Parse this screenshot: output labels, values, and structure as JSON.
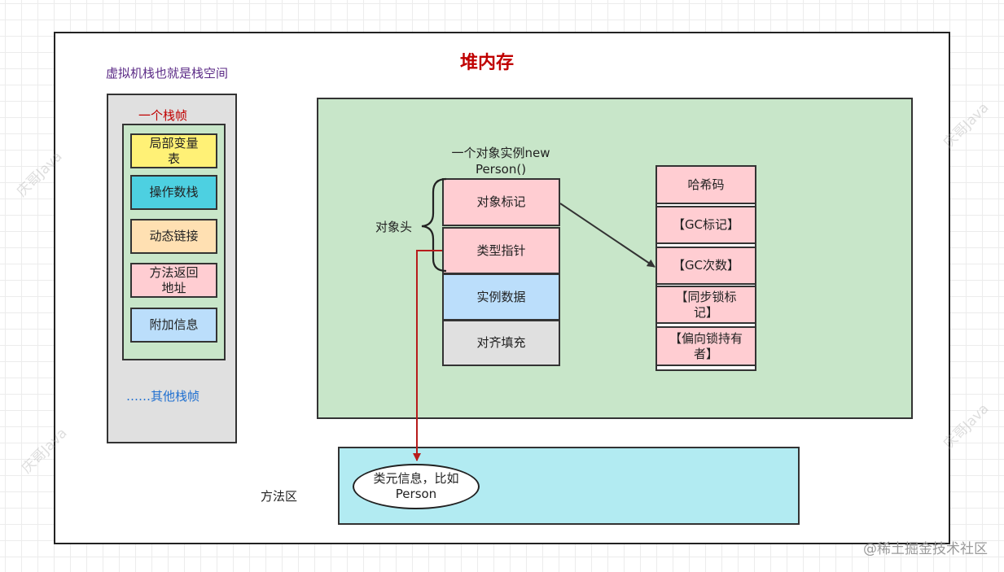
{
  "heap_title": "堆内存",
  "stack": {
    "title": "虚拟机栈也就是栈空间",
    "frame_label": "一个栈帧",
    "items": [
      {
        "label": "局部变量\n表",
        "color": "#fff176"
      },
      {
        "label": "操作数栈",
        "color": "#4dd0e1"
      },
      {
        "label": "动态链接",
        "color": "#ffe0b2"
      },
      {
        "label": "方法返回\n地址",
        "color": "#ffcdd2"
      },
      {
        "label": "附加信息",
        "color": "#bbdefb"
      }
    ],
    "other_frames": "……其他栈帧"
  },
  "object": {
    "instance_label": "一个对象实例new Person()",
    "header_label": "对象头",
    "sections": [
      {
        "label": "对象标记",
        "color": "#ffcdd2"
      },
      {
        "label": "类型指针",
        "color": "#ffcdd2"
      },
      {
        "label": "实例数据",
        "color": "#bbdefb"
      },
      {
        "label": "对齐填充",
        "color": "#e0e0e0"
      }
    ]
  },
  "mark_word": {
    "items": [
      {
        "label": "哈希码"
      },
      {
        "label": "【GC标记】"
      },
      {
        "label": "【GC次数】"
      },
      {
        "label": "【同步锁标\n记】"
      },
      {
        "label": "【偏向锁持有\n者】"
      }
    ],
    "color": "#ffcdd2"
  },
  "method_area": {
    "label": "方法区",
    "class_meta": "类元信息，比如\nPerson",
    "color": "#b2ebf2"
  },
  "arrows": {
    "mark_color": "#333333",
    "pointer_color": "#b71c1c"
  },
  "watermark": {
    "bottom": "@稀土掘金技术社区",
    "diagonal": "庆哥Java"
  }
}
